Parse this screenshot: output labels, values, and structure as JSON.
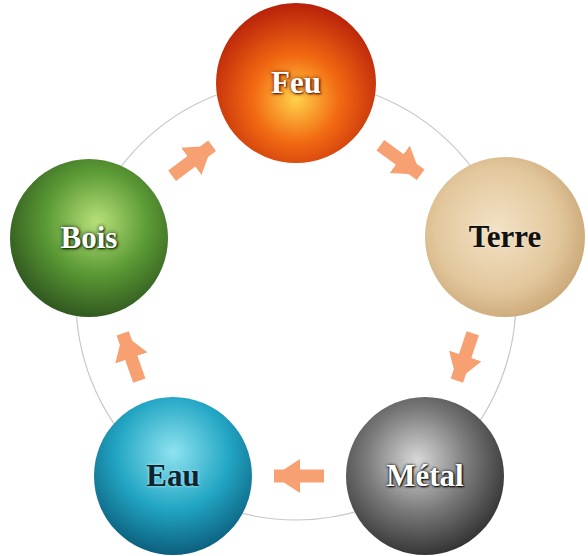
{
  "diagram": {
    "nodes": [
      {
        "text": [
          "Feu"
        ]
      },
      {
        "text": [
          "Terre"
        ]
      },
      {
        "text": [
          "Métal"
        ]
      },
      {
        "text": [
          "Eau"
        ]
      },
      {
        "text": [
          "Bois"
        ]
      }
    ],
    "edges": [
      {
        "from": 0,
        "to": 1,
        "arrow": "to"
      },
      {
        "from": 1,
        "to": 2,
        "arrow": "to"
      },
      {
        "from": 2,
        "to": 3,
        "arrow": "to"
      },
      {
        "from": 3,
        "to": 4,
        "arrow": "to"
      },
      {
        "from": 4,
        "to": 0,
        "arrow": "to"
      }
    ]
  }
}
